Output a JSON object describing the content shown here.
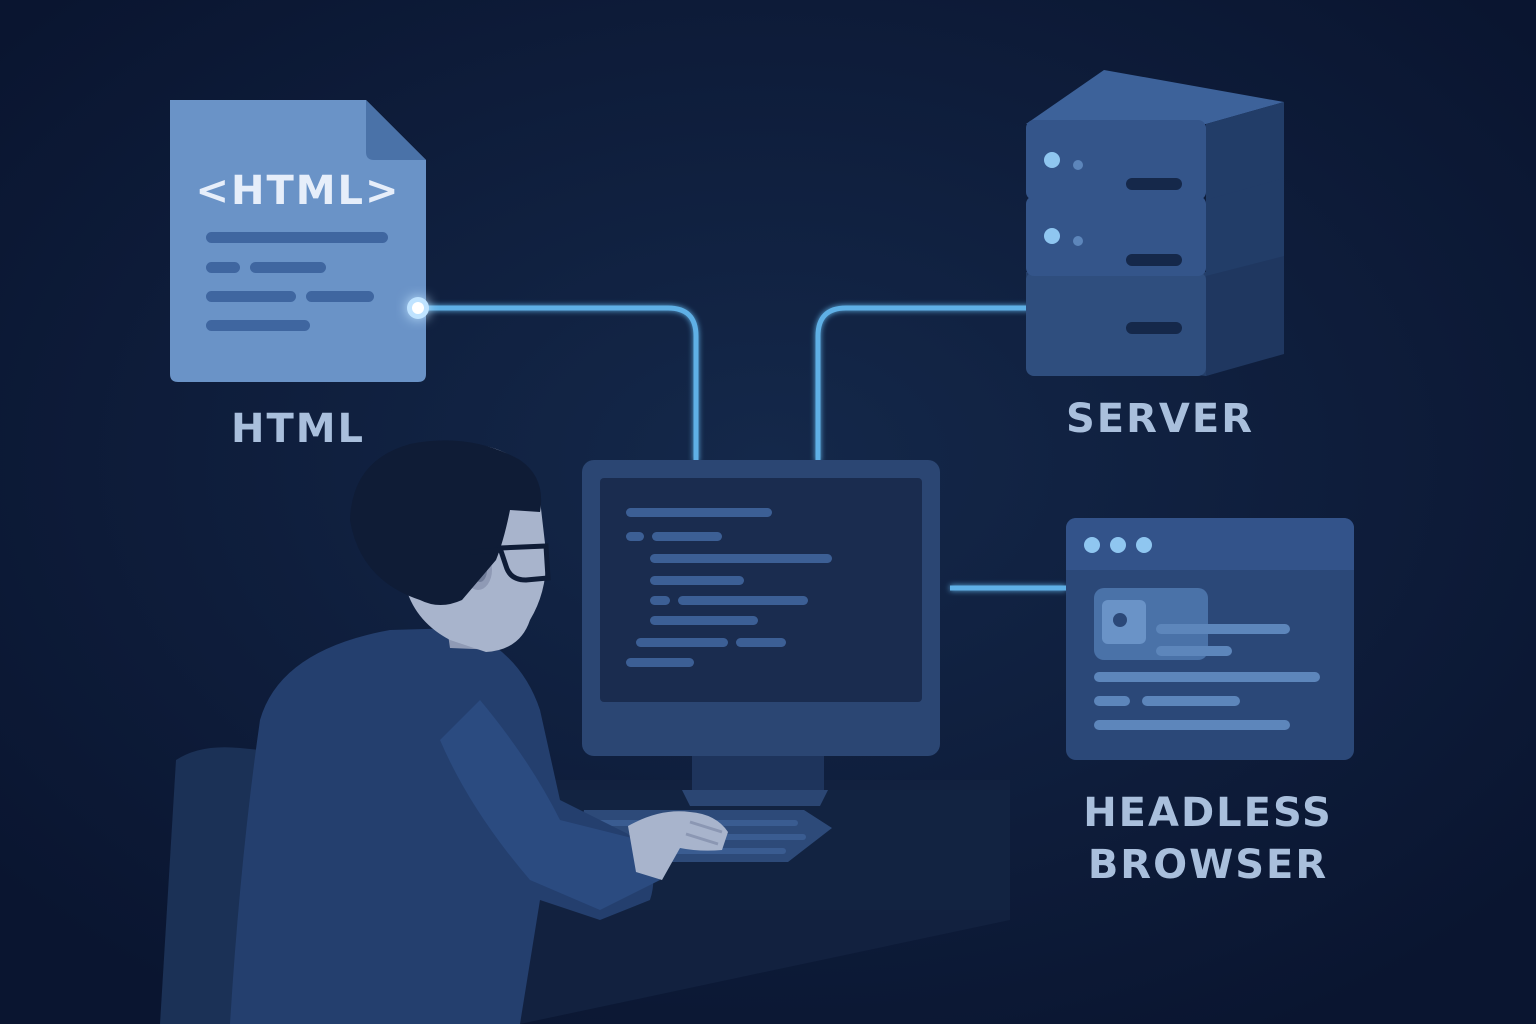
{
  "html_node": {
    "file_tag": "<HTML>",
    "label": "HTML"
  },
  "server_node": {
    "label": "SERVER"
  },
  "browser_node": {
    "label_line1": "HEADLESS",
    "label_line2": "BROWSER"
  },
  "colors": {
    "background": "#0d1a33",
    "file": "#6a93c7",
    "connector": "#5fb0e6",
    "label": "#a9bfdc",
    "server": "#2f4e7e",
    "monitor": "#2b4673",
    "person": "#243f6e"
  }
}
